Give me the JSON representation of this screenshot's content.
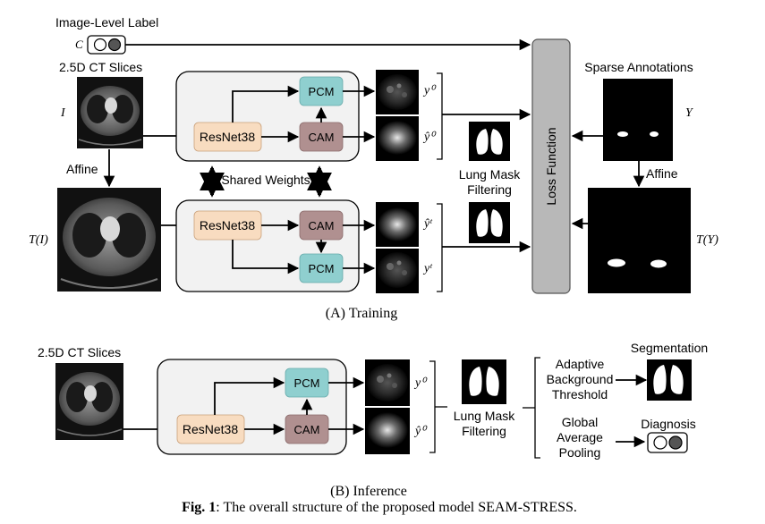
{
  "training": {
    "image_level_label": "Image-Level Label",
    "c_symbol": "C",
    "ct_slices_label": "2.5D CT Slices",
    "input_symbol": "I",
    "affine_label_left": "Affine",
    "transformed_symbol": "T(I)",
    "resnet_label": "ResNet38",
    "pcm_label": "PCM",
    "cam_label": "CAM",
    "shared_weights_label": "Shared Weights",
    "y0_symbol": "y⁰",
    "yhat0_symbol": "ŷ⁰",
    "yhatt_symbol": "ŷᵗ",
    "yt_symbol": "yᵗ",
    "lung_mask_filtering_line1": "Lung Mask",
    "lung_mask_filtering_line2": "Filtering",
    "loss_function_label": "Loss Function",
    "sparse_annotations_label": "Sparse Annotations",
    "y_symbol": "Y",
    "affine_label_right": "Affine",
    "ty_symbol": "T(Y)",
    "caption": "(A) Training"
  },
  "inference": {
    "ct_slices_label": "2.5D CT Slices",
    "resnet_label": "ResNet38",
    "pcm_label": "PCM",
    "cam_label": "CAM",
    "y0_symbol": "y⁰",
    "yhat0_symbol": "ŷ⁰",
    "lung_mask_filtering_line1": "Lung Mask",
    "lung_mask_filtering_line2": "Filtering",
    "adaptive_line1": "Adaptive",
    "adaptive_line2": "Background",
    "adaptive_line3": "Threshold",
    "global_line1": "Global",
    "global_line2": "Average",
    "global_line3": "Pooling",
    "segmentation_label": "Segmentation",
    "diagnosis_label": "Diagnosis",
    "caption": "(B) Inference"
  },
  "figure_caption": {
    "bold": "Fig. 1",
    "text": ": The overall structure of the proposed model SEAM-STRESS."
  },
  "colors": {
    "resnet": "#f8dcc0",
    "pcm": "#8fcfcf",
    "cam": "#b09090",
    "loss": "#b8b8b8",
    "panel": "#f2f2f2"
  }
}
